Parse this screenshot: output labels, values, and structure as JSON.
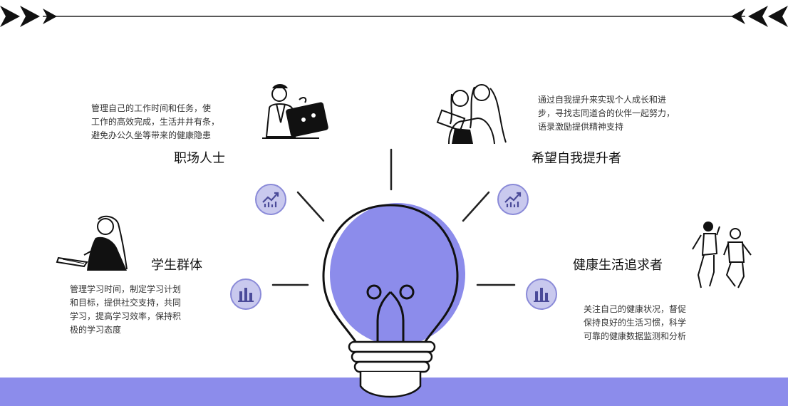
{
  "colors": {
    "accent": "#8c8ceb",
    "badge_fill": "#c9c9ee",
    "line": "#222222"
  },
  "personas": [
    {
      "title": "职场人士",
      "description": "管理自己的工作时间和任务，使\n工作的高效完成，生活井井有条，\n避免办公久坐等带来的健康隐患",
      "badge_icon": "line-chart-icon",
      "illustration": "person-at-laptop-icon"
    },
    {
      "title": "希望自我提升者",
      "description": "通过自我提升来实现个人成长和进\n步，寻找志同道合的伙伴一起努力，\n语录激励提供精神支持",
      "badge_icon": "line-chart-icon",
      "illustration": "two-women-reading-icon"
    },
    {
      "title": "学生群体",
      "description": "管理学习时间，制定学习计划\n和目标，提供社交支持，共同\n学习，提高学习效率，保持积\n极的学习态度",
      "badge_icon": "bar-chart-icon",
      "illustration": "student-studying-icon"
    },
    {
      "title": "健康生活追求者",
      "description": "关注自己的健康状况，督促\n保持良好的生活习惯，科学\n可靠的健康数据监测和分析",
      "badge_icon": "bar-chart-icon",
      "illustration": "two-people-exercising-icon"
    }
  ],
  "center_icon": "lightbulb-icon"
}
